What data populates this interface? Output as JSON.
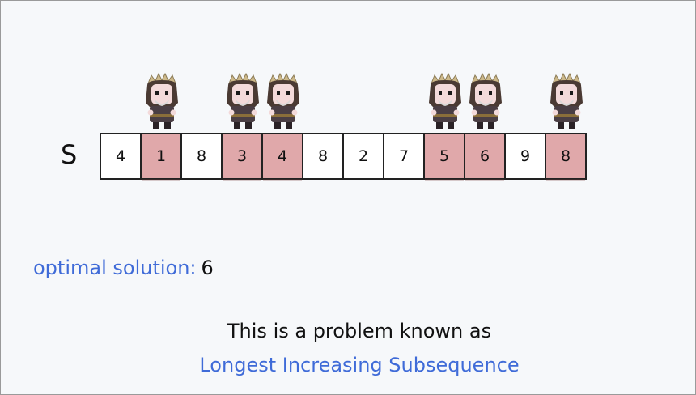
{
  "sequence_label": "S",
  "cells": [
    {
      "value": "4",
      "selected": false
    },
    {
      "value": "1",
      "selected": true
    },
    {
      "value": "8",
      "selected": false
    },
    {
      "value": "3",
      "selected": true
    },
    {
      "value": "4",
      "selected": true
    },
    {
      "value": "8",
      "selected": false
    },
    {
      "value": "2",
      "selected": false
    },
    {
      "value": "7",
      "selected": false
    },
    {
      "value": "5",
      "selected": true
    },
    {
      "value": "6",
      "selected": true
    },
    {
      "value": "9",
      "selected": false
    },
    {
      "value": "8",
      "selected": true
    }
  ],
  "colors": {
    "selected_fill": "#e0a8aa",
    "accent_text": "#3f6bd8",
    "background": "#f6f8fa"
  },
  "figure_icon": "crowned-king-figure-icon",
  "optimal": {
    "label": "optimal solution:",
    "value": "6"
  },
  "footer": {
    "line1": "This is a problem known as",
    "line2": "Longest Increasing Subsequence"
  }
}
